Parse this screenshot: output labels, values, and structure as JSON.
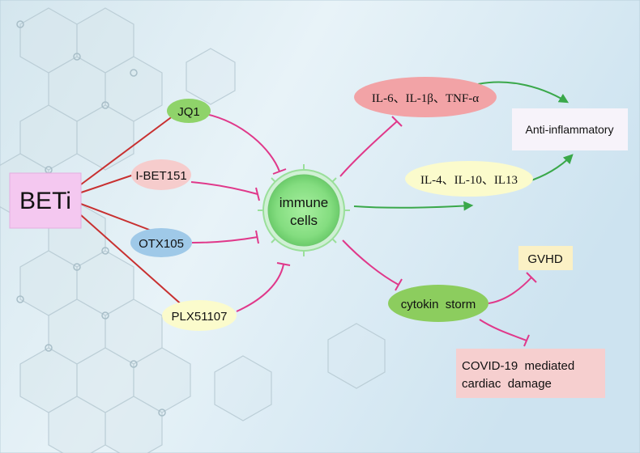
{
  "nodes": {
    "beti": "BETi",
    "jq1": "JQ1",
    "ibet151": "I-BET151",
    "otx105": "OTX105",
    "plx51107": "PLX51107",
    "immune_line1": "immune",
    "immune_line2": "cells",
    "proinflammatory": "IL-6、IL-1β、TNF-α",
    "antiinflammatory_cytokines": "IL-4、IL-10、IL13",
    "anti_inflammatory": "Anti-inflammatory",
    "cytokine_storm": "cytokin  storm",
    "gvhd": "GVHD",
    "covid_line1": "COVID-19  mediated",
    "covid_line2": "cardiac  damage"
  },
  "colors": {
    "beti_box": "#f4c8f0",
    "jq1": "#8fd36a",
    "ibet151": "#f6cccc",
    "otx105": "#9fc9e8",
    "plx51107": "#fbfbcc",
    "immune_cell": "#8ee08e",
    "proinflammatory": "#f2a3a6",
    "antiinflammatory_cytokines": "#fbfbcc",
    "anti_inflammatory_box": "#f7f3fa",
    "cytokine_storm": "#8ccd5e",
    "gvhd_box": "#fbf1c5",
    "covid_box": "#f6cfcf",
    "inhibit_line": "#e0388a",
    "beti_line": "#c83030",
    "activate_arrow": "#3aa84a"
  }
}
